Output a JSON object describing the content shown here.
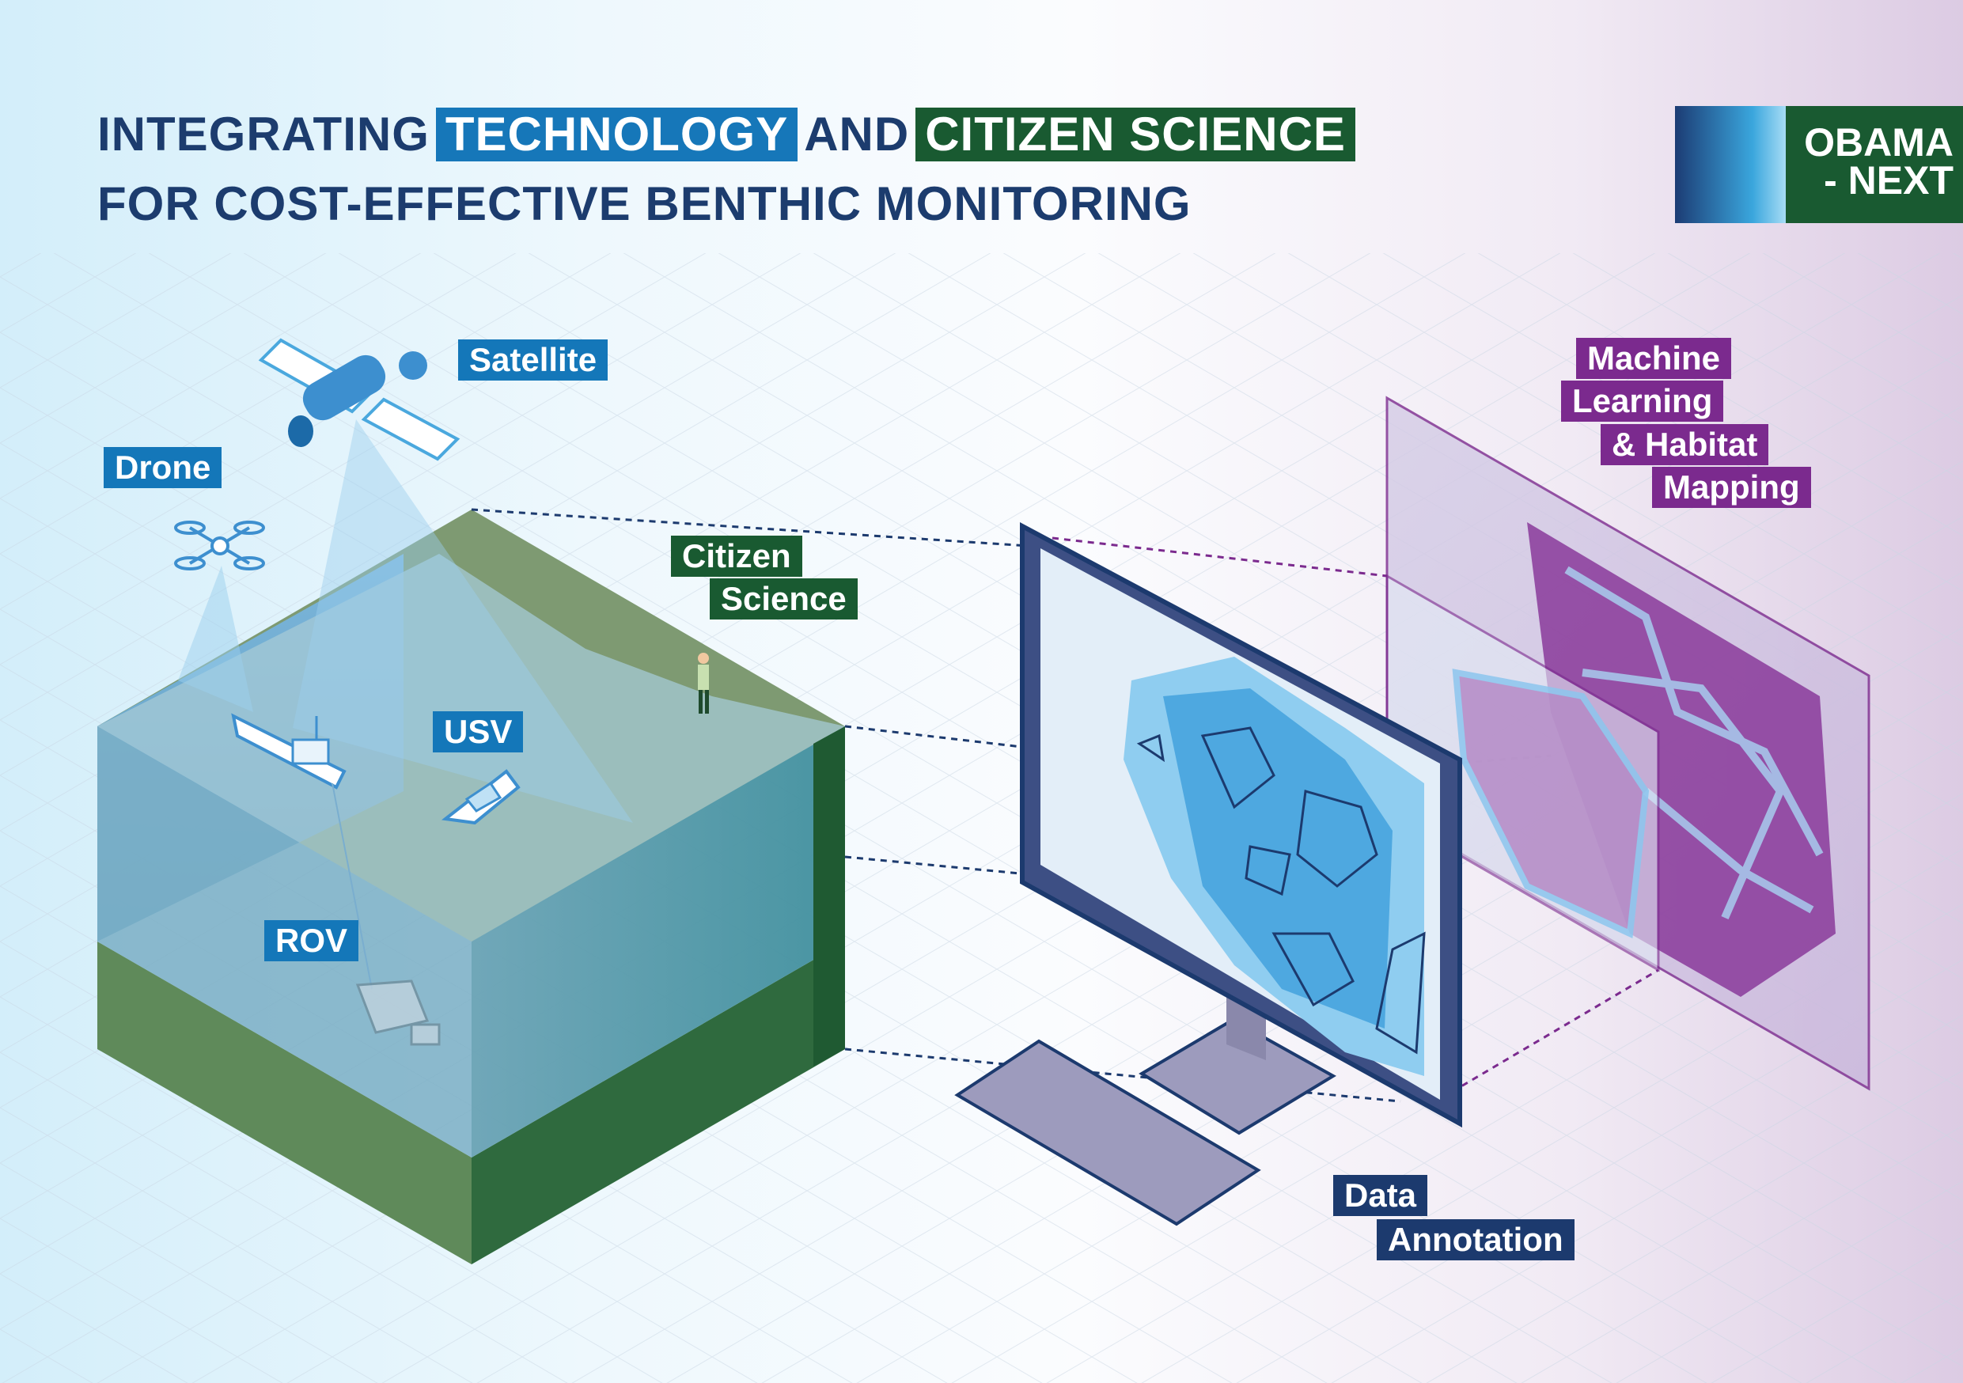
{
  "title": {
    "line1_prefix": "INTEGRATING",
    "highlight_technology": "TECHNOLOGY",
    "line1_and": "AND",
    "highlight_citizen_science": "CITIZEN SCIENCE",
    "line2": "FOR COST-EFFECTIVE BENTHIC MONITORING"
  },
  "logo": {
    "line1": "OBAMA",
    "line2": "- NEXT"
  },
  "labels": {
    "satellite": "Satellite",
    "drone": "Drone",
    "usv": "USV",
    "rov": "ROV",
    "citizen": "Citizen",
    "science": "Science",
    "ml_1": "Machine",
    "ml_2": "Learning",
    "ml_3": "& Habitat",
    "ml_4": "Mapping",
    "data": "Data",
    "annotation": "Annotation"
  },
  "colors": {
    "technology": "#1477b9",
    "citizen_science": "#195a31",
    "machine_learning": "#7b2a8e",
    "data_annotation": "#1c3a6e",
    "title_text": "#1c3c6e"
  }
}
